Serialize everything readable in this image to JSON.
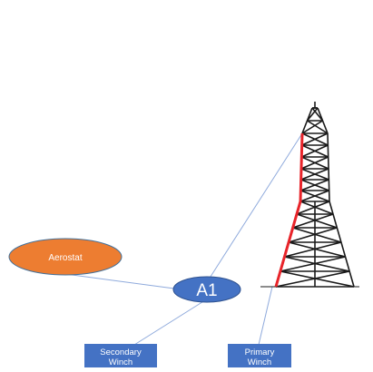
{
  "nodes": {
    "aerostat": {
      "label": "Aerostat",
      "color": "#ed7d31",
      "stroke": "#41719c"
    },
    "a1": {
      "label": "A1",
      "color": "#4472c4",
      "stroke": "#2f528f"
    },
    "secondary_winch": {
      "label_line1": "Secondary",
      "label_line2": "Winch",
      "color": "#4472c4"
    },
    "primary_winch": {
      "label_line1": "Primary",
      "label_line2": "Winch",
      "color": "#4472c4"
    }
  },
  "connectors": {
    "color": "#8faadc"
  },
  "tower": {
    "color": "#1a1a1a",
    "highlight_color": "#e8242a"
  },
  "ground": {
    "color": "#1a1a1a"
  }
}
